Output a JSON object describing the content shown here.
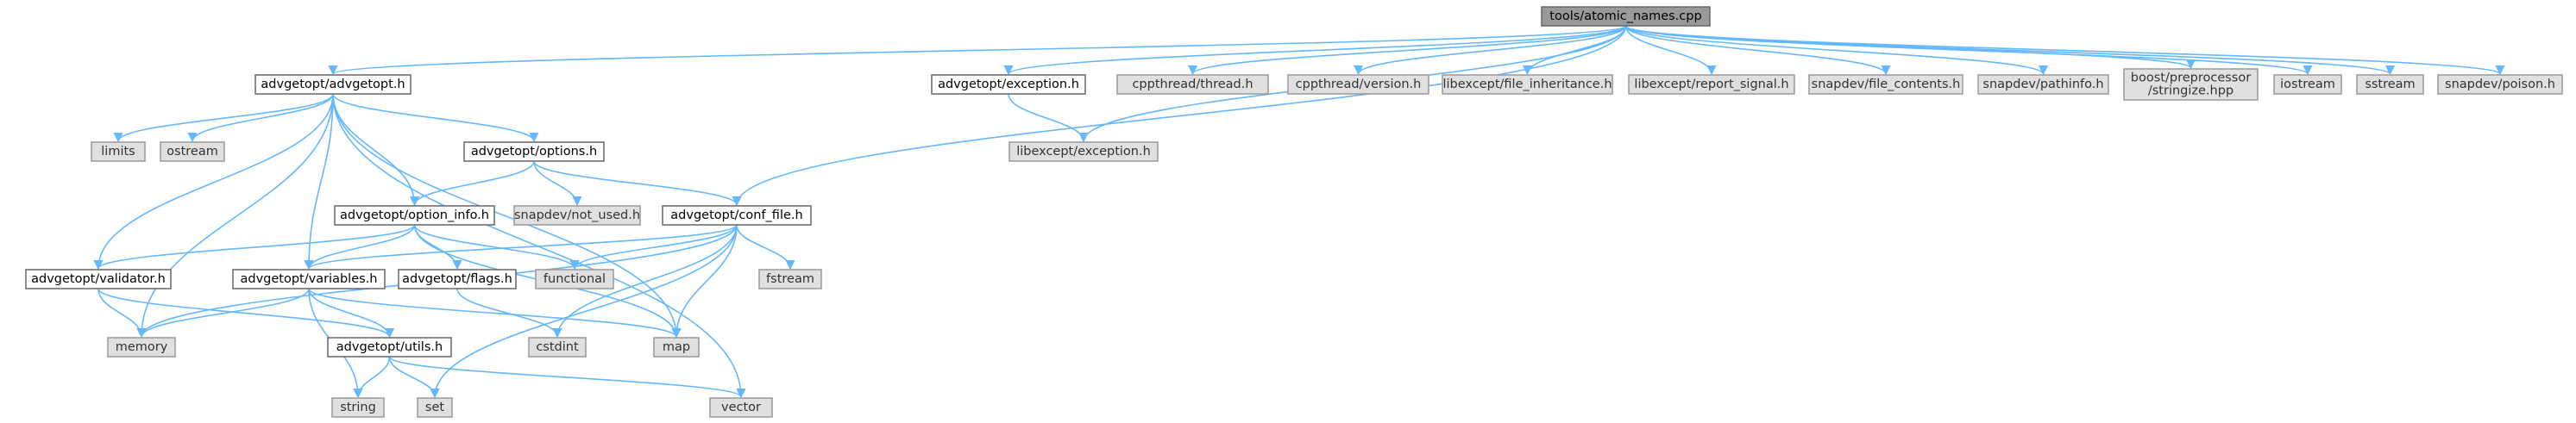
{
  "colors": {
    "edge": "#63b8ff",
    "main_fill": "#999999",
    "local_fill": "#ffffff",
    "system_fill": "#e0e0e0"
  },
  "nodes": [
    {
      "id": "root",
      "lines": [
        "tools/atomic_names.cpp"
      ],
      "kind": "main"
    },
    {
      "id": "advgetopt",
      "lines": [
        "advgetopt/advgetopt.h"
      ],
      "kind": "local"
    },
    {
      "id": "exception",
      "lines": [
        "advgetopt/exception.h"
      ],
      "kind": "local"
    },
    {
      "id": "thread",
      "lines": [
        "cppthread/thread.h"
      ],
      "kind": "sys"
    },
    {
      "id": "version",
      "lines": [
        "cppthread/version.h"
      ],
      "kind": "sys"
    },
    {
      "id": "fileinh",
      "lines": [
        "libexcept/file_inheritance.h"
      ],
      "kind": "sys"
    },
    {
      "id": "reportsig",
      "lines": [
        "libexcept/report_signal.h"
      ],
      "kind": "sys"
    },
    {
      "id": "filecontents",
      "lines": [
        "snapdev/file_contents.h"
      ],
      "kind": "sys"
    },
    {
      "id": "pathinfo",
      "lines": [
        "snapdev/pathinfo.h"
      ],
      "kind": "sys"
    },
    {
      "id": "stringize",
      "lines": [
        "boost/preprocessor",
        "/stringize.hpp"
      ],
      "kind": "sys"
    },
    {
      "id": "iostream",
      "lines": [
        "iostream"
      ],
      "kind": "sys"
    },
    {
      "id": "sstream",
      "lines": [
        "sstream"
      ],
      "kind": "sys"
    },
    {
      "id": "poison",
      "lines": [
        "snapdev/poison.h"
      ],
      "kind": "sys"
    },
    {
      "id": "limits",
      "lines": [
        "limits"
      ],
      "kind": "sys"
    },
    {
      "id": "ostream",
      "lines": [
        "ostream"
      ],
      "kind": "sys"
    },
    {
      "id": "options",
      "lines": [
        "advgetopt/options.h"
      ],
      "kind": "local"
    },
    {
      "id": "libexc",
      "lines": [
        "libexcept/exception.h"
      ],
      "kind": "sys"
    },
    {
      "id": "optinfo",
      "lines": [
        "advgetopt/option_info.h"
      ],
      "kind": "local"
    },
    {
      "id": "notused",
      "lines": [
        "snapdev/not_used.h"
      ],
      "kind": "sys"
    },
    {
      "id": "conffile",
      "lines": [
        "advgetopt/conf_file.h"
      ],
      "kind": "local"
    },
    {
      "id": "validator",
      "lines": [
        "advgetopt/validator.h"
      ],
      "kind": "local"
    },
    {
      "id": "variables",
      "lines": [
        "advgetopt/variables.h"
      ],
      "kind": "local"
    },
    {
      "id": "flags",
      "lines": [
        "advgetopt/flags.h"
      ],
      "kind": "local"
    },
    {
      "id": "functional",
      "lines": [
        "functional"
      ],
      "kind": "sys"
    },
    {
      "id": "fstream",
      "lines": [
        "fstream"
      ],
      "kind": "sys"
    },
    {
      "id": "memory",
      "lines": [
        "memory"
      ],
      "kind": "sys"
    },
    {
      "id": "utils",
      "lines": [
        "advgetopt/utils.h"
      ],
      "kind": "local"
    },
    {
      "id": "map",
      "lines": [
        "map"
      ],
      "kind": "sys"
    },
    {
      "id": "cstdint",
      "lines": [
        "cstdint"
      ],
      "kind": "sys"
    },
    {
      "id": "string",
      "lines": [
        "string"
      ],
      "kind": "sys"
    },
    {
      "id": "set",
      "lines": [
        "set"
      ],
      "kind": "sys"
    },
    {
      "id": "vector",
      "lines": [
        "vector"
      ],
      "kind": "sys"
    }
  ],
  "edges": [
    [
      "root",
      "advgetopt"
    ],
    [
      "root",
      "exception"
    ],
    [
      "root",
      "libexc"
    ],
    [
      "root",
      "conffile"
    ],
    [
      "root",
      "thread"
    ],
    [
      "root",
      "version"
    ],
    [
      "root",
      "fileinh"
    ],
    [
      "root",
      "reportsig"
    ],
    [
      "root",
      "filecontents"
    ],
    [
      "root",
      "pathinfo"
    ],
    [
      "root",
      "stringize"
    ],
    [
      "root",
      "iostream"
    ],
    [
      "root",
      "sstream"
    ],
    [
      "root",
      "poison"
    ],
    [
      "advgetopt",
      "limits"
    ],
    [
      "advgetopt",
      "ostream"
    ],
    [
      "advgetopt",
      "options"
    ],
    [
      "advgetopt",
      "optinfo"
    ],
    [
      "advgetopt",
      "validator"
    ],
    [
      "advgetopt",
      "variables"
    ],
    [
      "advgetopt",
      "memory"
    ],
    [
      "advgetopt",
      "map"
    ],
    [
      "advgetopt",
      "vector"
    ],
    [
      "exception",
      "libexc"
    ],
    [
      "options",
      "optinfo"
    ],
    [
      "options",
      "notused"
    ],
    [
      "options",
      "conffile"
    ],
    [
      "optinfo",
      "validator"
    ],
    [
      "optinfo",
      "variables"
    ],
    [
      "optinfo",
      "flags"
    ],
    [
      "optinfo",
      "functional"
    ],
    [
      "optinfo",
      "map"
    ],
    [
      "conffile",
      "variables"
    ],
    [
      "conffile",
      "memory"
    ],
    [
      "conffile",
      "functional"
    ],
    [
      "conffile",
      "fstream"
    ],
    [
      "conffile",
      "cstdint"
    ],
    [
      "conffile",
      "map"
    ],
    [
      "conffile",
      "set"
    ],
    [
      "validator",
      "memory"
    ],
    [
      "validator",
      "utils"
    ],
    [
      "variables",
      "memory"
    ],
    [
      "variables",
      "utils"
    ],
    [
      "variables",
      "map"
    ],
    [
      "variables",
      "string"
    ],
    [
      "flags",
      "cstdint"
    ],
    [
      "utils",
      "string"
    ],
    [
      "utils",
      "set"
    ],
    [
      "utils",
      "vector"
    ]
  ]
}
